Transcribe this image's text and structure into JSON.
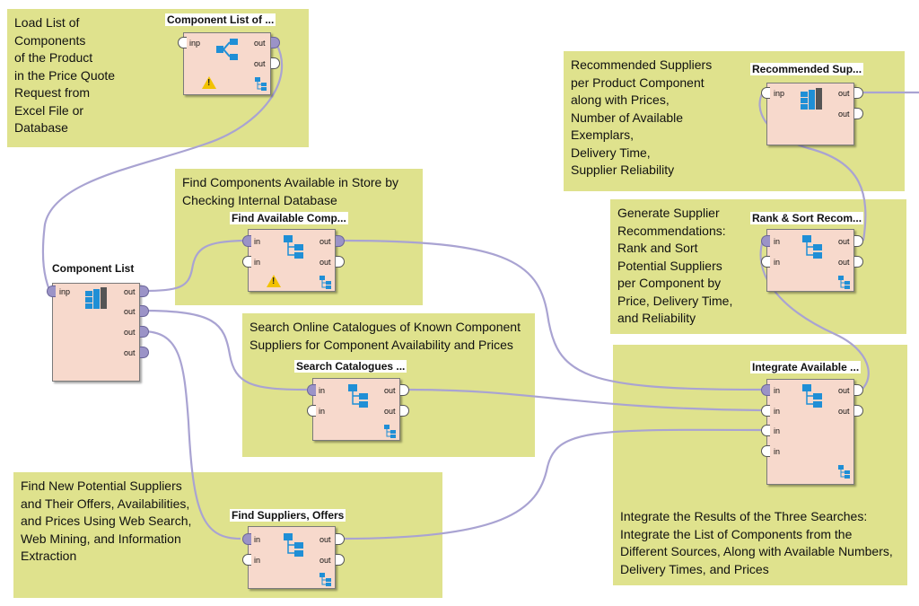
{
  "notes": {
    "load": "Load List of\nComponents\nof the Product\nin the Price Quote\nRequest from\nExcel File or\nDatabase",
    "find_store": "Find Components Available in Store by\nChecking Internal Database",
    "search_catalogues": "Search Online Catalogues of Known Component\nSuppliers for Component Availability and Prices",
    "find_new": "Find New Potential Suppliers\nand Their Offers, Availabilities,\nand Prices Using Web Search,\nWeb Mining, and Information\nExtraction",
    "recommended": "Recommended Suppliers\nper Product Component\nalong with Prices,\nNumber of Available\nExemplars,\nDelivery Time,\nSupplier Reliability",
    "generate": "Generate Supplier\nRecommendations:\nRank and Sort\nPotential Suppliers\nper Component by\nPrice, Delivery Time,\nand Reliability",
    "integrate": "Integrate the Results of the Three Searches:\nIntegrate the List of Components from the\nDifferent Sources, Along with Available Numbers,\nDelivery Times, and Prices"
  },
  "operators": {
    "component_list_of": "Component List of ...",
    "component_list": "Component List",
    "find_available": "Find Available Comp...",
    "search_catalogues": "Search Catalogues ...",
    "find_suppliers": "Find Suppliers, Offers",
    "recommended_sup": "Recommended Sup...",
    "rank_sort": "Rank & Sort Recom...",
    "integrate": "Integrate Available ..."
  },
  "ports": {
    "inp": "inp",
    "in": "in",
    "out": "out"
  },
  "colors": {
    "note_bg": "#dfe28d",
    "operator_bg": "#f7d9cc",
    "wire": "#a9a3d2",
    "port_connected": "#9b93c7",
    "warning": "#f2c200",
    "icon_blue": "#1f8fd6"
  }
}
